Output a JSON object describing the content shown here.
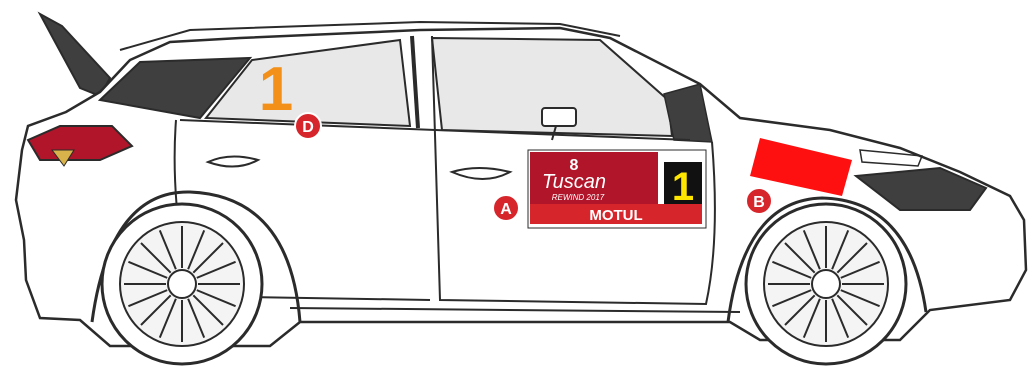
{
  "window_number": "1",
  "markers": [
    {
      "letter": "A",
      "meaning": "door rally plate"
    },
    {
      "letter": "B",
      "meaning": "front wing sticker"
    },
    {
      "letter": "D",
      "meaning": "rear window number"
    }
  ],
  "plate": {
    "event_number_prefix": "8",
    "event_name": "Tuscan",
    "event_subtitle": "REWIND 2017",
    "sponsor": "MOTUL",
    "competition_number": "1"
  },
  "colors": {
    "marker_red": "#d7262b",
    "plate_red": "#b0152a",
    "sticker_red": "#ff1010",
    "window_number_orange": "#f39019",
    "number_yellow": "#ffe600",
    "outline": "#2b2b2b",
    "glass": "#e8e8e8",
    "dark_trim": "#3f3f3f"
  }
}
